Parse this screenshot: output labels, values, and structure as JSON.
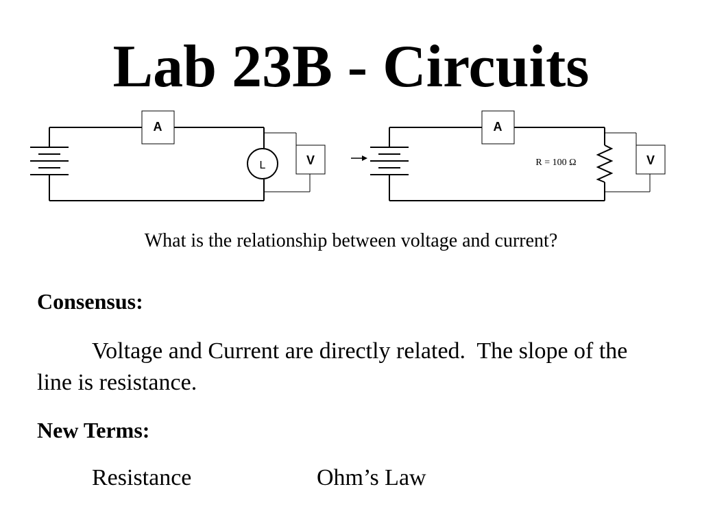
{
  "title": "Lab 23B - Circuits",
  "diagram": {
    "left_circuit": {
      "ammeter_label": "A",
      "voltmeter_label": "V",
      "lamp_label": "L"
    },
    "right_circuit": {
      "ammeter_label": "A",
      "voltmeter_label": "V",
      "resistor_label": "R = 100 Ω"
    }
  },
  "question": "What is the relationship between voltage and current?",
  "consensus": {
    "heading": "Consensus:",
    "text": "Voltage and Current are directly related.  The slope of the line is resistance."
  },
  "new_terms": {
    "heading": "New Terms:",
    "terms": [
      "Resistance",
      "Ohm’s Law"
    ]
  }
}
